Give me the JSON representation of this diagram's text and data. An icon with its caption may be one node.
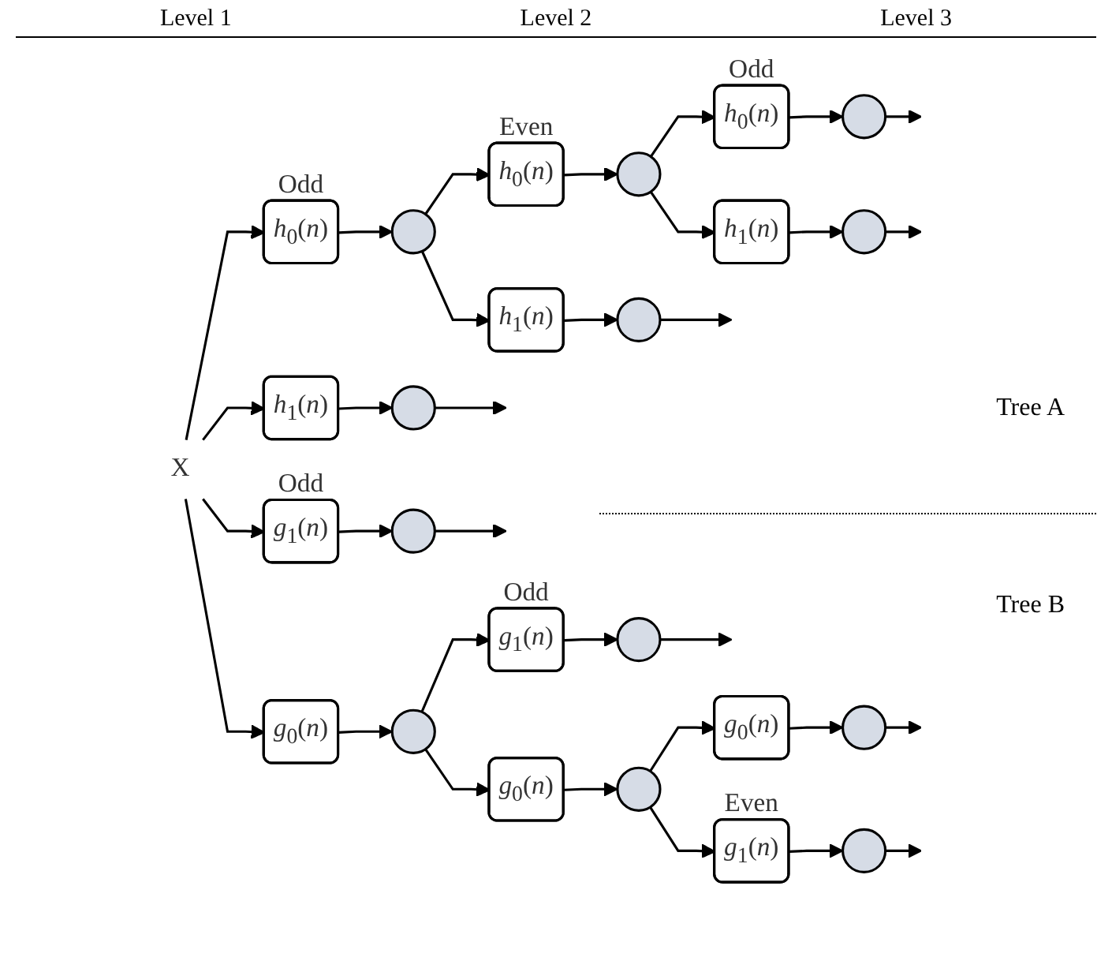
{
  "diagram": {
    "nodes": [
      {
        "text": [
          "X"
        ]
      },
      {
        "text": [
          "*h*$_{0}$(*n*)"
        ],
        "beside": [
          "Odd"
        ]
      },
      {
        "text": [],
        "shape": "circle"
      },
      {
        "text": [
          "*h*$_{1}$(*n*)"
        ]
      },
      {
        "text": [],
        "shape": "circle"
      },
      {
        "text": [
          "*h*$_{0}$(*n*)"
        ],
        "beside": [
          "Even"
        ]
      },
      {
        "text": [],
        "shape": "circle"
      },
      {
        "text": [
          "*h*$_{1}$(*n*)"
        ]
      },
      {
        "text": [],
        "shape": "circle"
      },
      {
        "text": [
          "*h*$_{0}$(*n*)"
        ],
        "beside": [
          "Odd"
        ]
      },
      {
        "text": [],
        "shape": "circle"
      },
      {
        "text": [
          "*h*$_{1}$(*n*)"
        ]
      },
      {
        "text": [],
        "shape": "circle"
      },
      {
        "text": [
          "*g*$_{0}$(*n*)"
        ]
      },
      {
        "text": [],
        "shape": "circle"
      },
      {
        "text": [
          "*g*$_{1}$(*n*)"
        ],
        "beside": [
          "Odd"
        ]
      },
      {
        "text": [],
        "shape": "circle"
      },
      {
        "text": [
          "*g*$_{0}$(*n*)"
        ]
      },
      {
        "text": [],
        "shape": "circle"
      },
      {
        "text": [
          "*g*$_{1}$(*n*)"
        ],
        "beside": [
          "Odd"
        ]
      },
      {
        "text": [],
        "shape": "circle"
      },
      {
        "text": [
          "*g*$_{0}$(*n*)"
        ]
      },
      {
        "text": [],
        "shape": "circle"
      },
      {
        "text": [
          "*g*$_{1}$(*n*)"
        ],
        "beside": [
          "Even"
        ]
      },
      {
        "text": [],
        "shape": "circle"
      }
    ],
    "edges": [
      {
        "from": 0,
        "to": 1,
        "arrow": "to"
      },
      {
        "from": 0,
        "to": 3,
        "arrow": "to"
      },
      {
        "from": 0,
        "to": 13,
        "arrow": "to"
      },
      {
        "from": 0,
        "to": 15,
        "arrow": "to"
      },
      {
        "from": 1,
        "to": 2,
        "arrow": "to"
      },
      {
        "from": 3,
        "to": 4,
        "arrow": "to"
      },
      {
        "from": 4,
        "to": null,
        "arrow": "to"
      },
      {
        "from": 2,
        "to": 5,
        "arrow": "to"
      },
      {
        "from": 2,
        "to": 7,
        "arrow": "to"
      },
      {
        "from": 5,
        "to": 6,
        "arrow": "to"
      },
      {
        "from": 7,
        "to": 8,
        "arrow": "to"
      },
      {
        "from": 8,
        "to": null,
        "arrow": "to"
      },
      {
        "from": 6,
        "to": 9,
        "arrow": "to"
      },
      {
        "from": 6,
        "to": 11,
        "arrow": "to"
      },
      {
        "from": 9,
        "to": 10,
        "arrow": "to"
      },
      {
        "from": 11,
        "to": 12,
        "arrow": "to"
      },
      {
        "from": 10,
        "to": null,
        "arrow": "to"
      },
      {
        "from": 12,
        "to": null,
        "arrow": "to"
      },
      {
        "from": 13,
        "to": 14,
        "arrow": "to"
      },
      {
        "from": 15,
        "to": 16,
        "arrow": "to"
      },
      {
        "from": 16,
        "to": null,
        "arrow": "to"
      },
      {
        "from": 14,
        "to": 17,
        "arrow": "to"
      },
      {
        "from": 14,
        "to": 19,
        "arrow": "to"
      },
      {
        "from": 17,
        "to": 18,
        "arrow": "to"
      },
      {
        "from": 19,
        "to": 20,
        "arrow": "to"
      },
      {
        "from": 20,
        "to": null,
        "arrow": "to"
      },
      {
        "from": 18,
        "to": 21,
        "arrow": "to"
      },
      {
        "from": 18,
        "to": 23,
        "arrow": "to"
      },
      {
        "from": 21,
        "to": 22,
        "arrow": "to"
      },
      {
        "from": 23,
        "to": 24,
        "arrow": "to"
      },
      {
        "from": 22,
        "to": null,
        "arrow": "to"
      },
      {
        "from": 24,
        "to": null,
        "arrow": "to"
      }
    ],
    "labels": [
      "Level 1",
      "Level 2",
      "Level 3",
      "Tree A",
      "Tree B"
    ]
  }
}
